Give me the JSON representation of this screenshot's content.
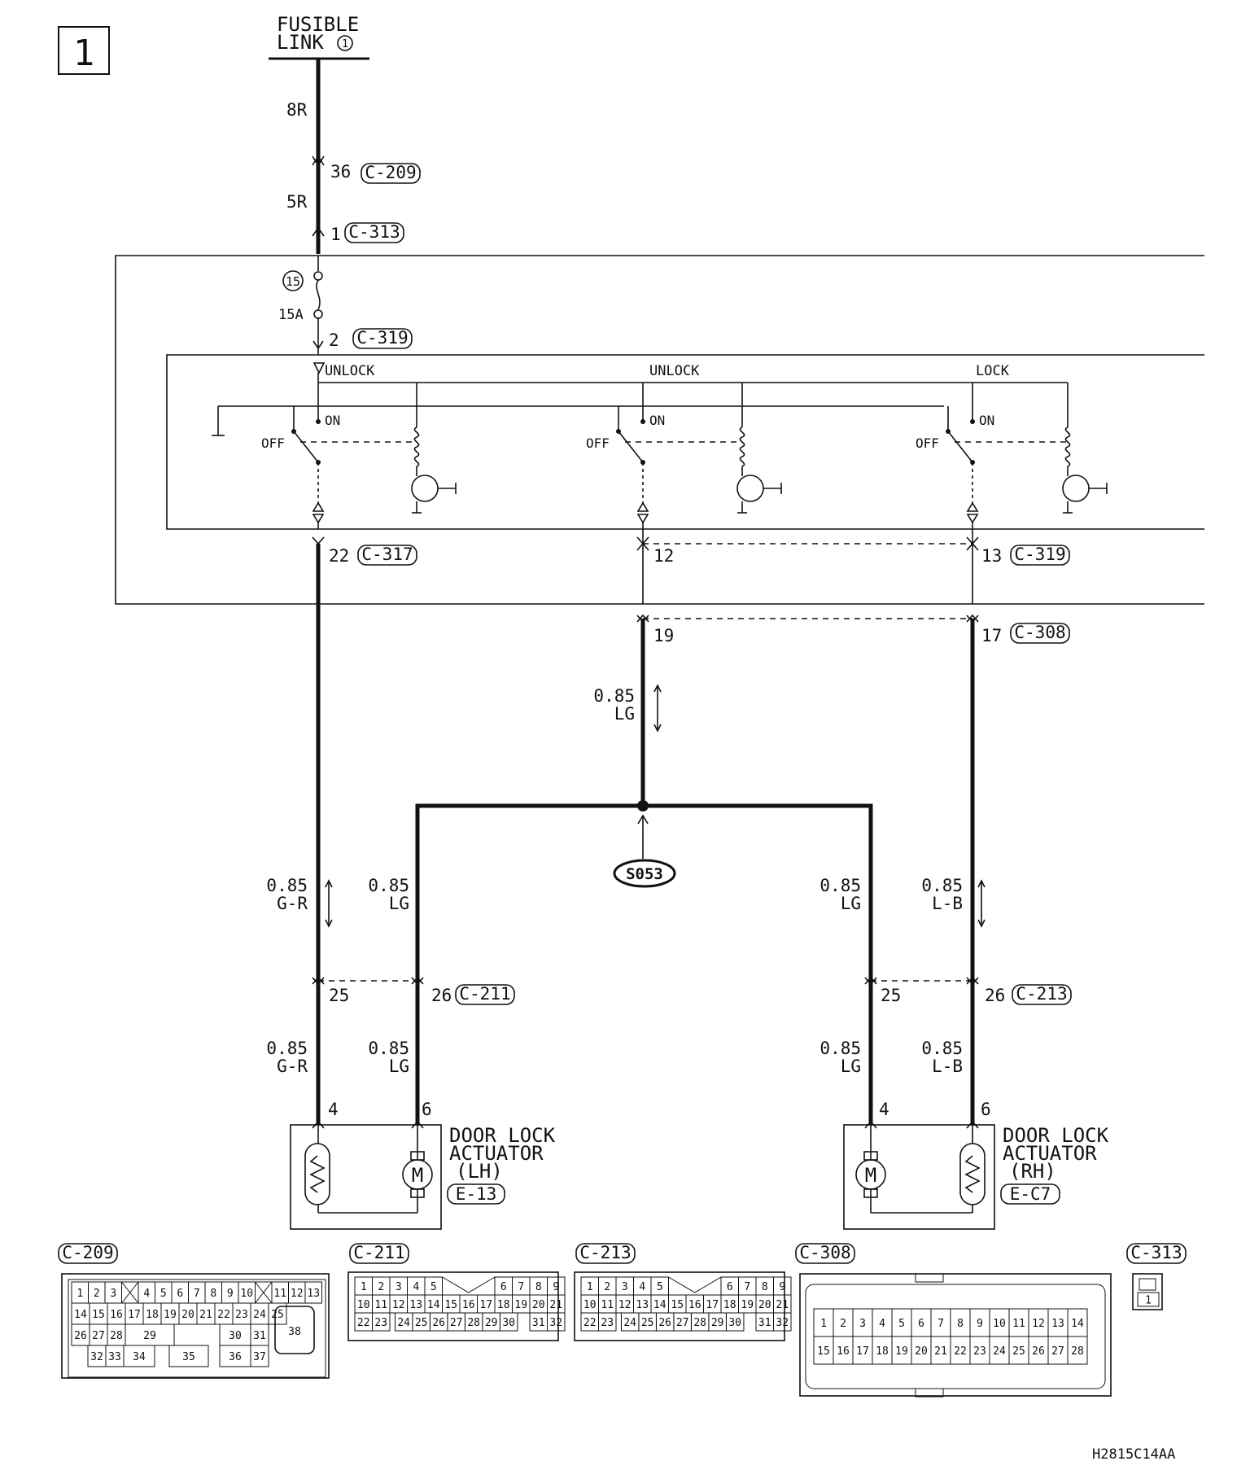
{
  "page_number": "1",
  "fusible_link": {
    "line1": "FUSIBLE",
    "line2": "LINK",
    "num": "1"
  },
  "fuse": {
    "num": "15",
    "rating": "15A"
  },
  "wires": {
    "w_8r": "8R",
    "w_5r": "5R",
    "g085": "0.85",
    "gr": "G-R",
    "lg": "LG",
    "lb": "L-B"
  },
  "pins": {
    "p36": "36",
    "p1": "1",
    "p2": "2",
    "p22": "22",
    "p12": "12",
    "p13": "13",
    "p19": "19",
    "p17": "17",
    "p25": "25",
    "p26": "26",
    "p4": "4",
    "p6": "6"
  },
  "connectors": {
    "c209": "C-209",
    "c313": "C-313",
    "c319": "C-319",
    "c317": "C-317",
    "c308": "C-308",
    "c211": "C-211",
    "c213": "C-213",
    "e13": "E-13",
    "ec7": "E-C7"
  },
  "switch_labels": {
    "unlock": "UNLOCK",
    "lock": "LOCK",
    "on": "ON",
    "off": "OFF"
  },
  "splice": "S053",
  "actuators": {
    "lh": {
      "l1": "DOOR LOCK",
      "l2": "ACTUATOR",
      "l3": "(LH)"
    },
    "rh": {
      "l1": "DOOR LOCK",
      "l2": "ACTUATOR",
      "l3": "(RH)"
    }
  },
  "motor_symbol": "M",
  "doc_code": "H2815C14AA",
  "connector_views": {
    "c209_rows": [
      [
        "1",
        "2",
        "3",
        "X",
        "4",
        "5",
        "6",
        "7",
        "8",
        "9",
        "10",
        "X",
        "11",
        "12",
        "13"
      ],
      [
        "14",
        "15",
        "16",
        "17",
        "18",
        "19",
        "20",
        "21",
        "22",
        "23",
        "24",
        "25"
      ],
      [
        "26",
        "27",
        "28",
        "29",
        "30",
        "31"
      ],
      [
        "32",
        "33",
        "34",
        "35",
        "36",
        "37"
      ]
    ],
    "c209_extra": "38",
    "c211_rows": [
      [
        "1",
        "2",
        "3",
        "4",
        "5",
        "6",
        "7",
        "8",
        "9"
      ],
      [
        "10",
        "11",
        "12",
        "13",
        "14",
        "15",
        "16",
        "17",
        "18",
        "19",
        "20",
        "21"
      ],
      [
        "22",
        "23",
        "24",
        "25",
        "26",
        "27",
        "28",
        "29",
        "30",
        "31",
        "32"
      ]
    ],
    "c213_rows": [
      [
        "1",
        "2",
        "3",
        "4",
        "5",
        "6",
        "7",
        "8",
        "9"
      ],
      [
        "10",
        "11",
        "12",
        "13",
        "14",
        "15",
        "16",
        "17",
        "18",
        "19",
        "20",
        "21"
      ],
      [
        "22",
        "23",
        "24",
        "25",
        "26",
        "27",
        "28",
        "29",
        "30",
        "31",
        "32"
      ]
    ],
    "c308_rows": [
      [
        "1",
        "2",
        "3",
        "4",
        "5",
        "6",
        "7",
        "8",
        "9",
        "10",
        "11",
        "12",
        "13",
        "14"
      ],
      [
        "15",
        "16",
        "17",
        "18",
        "19",
        "20",
        "21",
        "22",
        "23",
        "24",
        "25",
        "26",
        "27",
        "28"
      ]
    ],
    "c313_pin": "1"
  }
}
